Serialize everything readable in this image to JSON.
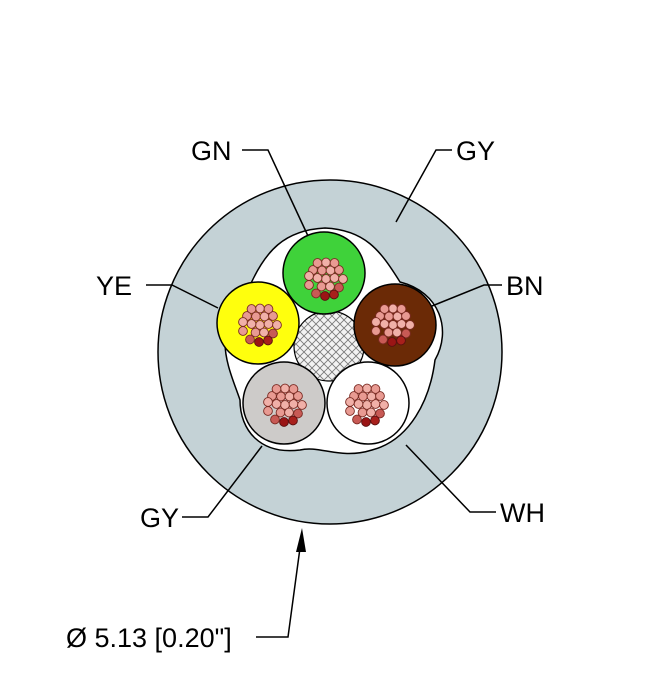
{
  "labels": {
    "gn": "GN",
    "gy_jacket": "GY",
    "ye": "YE",
    "bn": "BN",
    "gy_core": "GY",
    "wh": "WH",
    "diameter": "Ø 5.13 [0.20\"]"
  },
  "colors": {
    "jacket": "#c4d2d6",
    "green": "#3fd23a",
    "yellow": "#ffff0d",
    "brown": "#6b2a06",
    "grey": "#cdcbc9",
    "white": "#ffffff",
    "strand": "#e3958e"
  },
  "icons": [
    "cable-cross-section",
    "copper-strand-bundle",
    "filler-crosshatch"
  ]
}
